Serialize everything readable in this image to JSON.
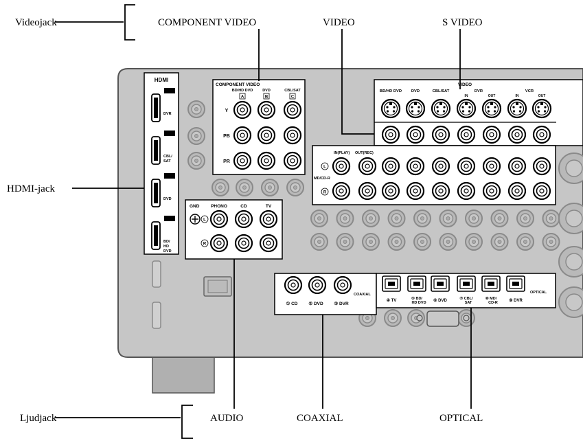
{
  "callouts": {
    "videojack": "Videojack",
    "component_video": "COMPONENT VIDEO",
    "video": "VIDEO",
    "s_video": "S VIDEO",
    "hdmi_jack": "HDMI-jack",
    "ljudjack": "Ljudjack",
    "audio": "AUDIO",
    "coaxial": "COAXIAL",
    "optical": "OPTICAL"
  },
  "panel": {
    "hdmi": {
      "title": "HDMI",
      "inputs": [
        {
          "id": "IN4",
          "label": "DVR"
        },
        {
          "id": "IN3",
          "label": "CBL/ SAT"
        },
        {
          "id": "IN2",
          "label": "DVD"
        },
        {
          "id": "IN1",
          "label": "BD/ HD DVD"
        }
      ]
    },
    "component": {
      "title": "COMPONENT VIDEO",
      "columns": [
        "BD/HD DVD",
        "DVD",
        "CBL/SAT"
      ],
      "column_letters": [
        "A",
        "B",
        "C"
      ],
      "rows": [
        "Y",
        "PB",
        "PR"
      ]
    },
    "video": {
      "title": "VIDEO",
      "columns": [
        "BD/HD DVD",
        "DVD",
        "CBL/SAT",
        "DVR",
        "VCR"
      ],
      "sub_labels": [
        "IN",
        "OUT",
        "IN",
        "OUT"
      ]
    },
    "mdcdr": {
      "in_label": "IN(PLAY)",
      "out_label": "OUT(REC)",
      "name": "MD/CD-R",
      "left": "L",
      "right": "R"
    },
    "audio": {
      "gnd": "GND",
      "columns": [
        "PHONO",
        "CD",
        "TV"
      ],
      "left": "L",
      "right": "R"
    },
    "coaxial": {
      "title": "COAXIAL",
      "inputs": [
        "① CD",
        "② DVD",
        "③ DVR"
      ]
    },
    "optical": {
      "title": "OPTICAL",
      "inputs": [
        "④ TV",
        "⑤ BD/ HD DVD",
        "⑥ DVD",
        "⑦ CBL/ SAT",
        "⑧ MD/ CD-R",
        "⑨ DVR"
      ]
    }
  }
}
